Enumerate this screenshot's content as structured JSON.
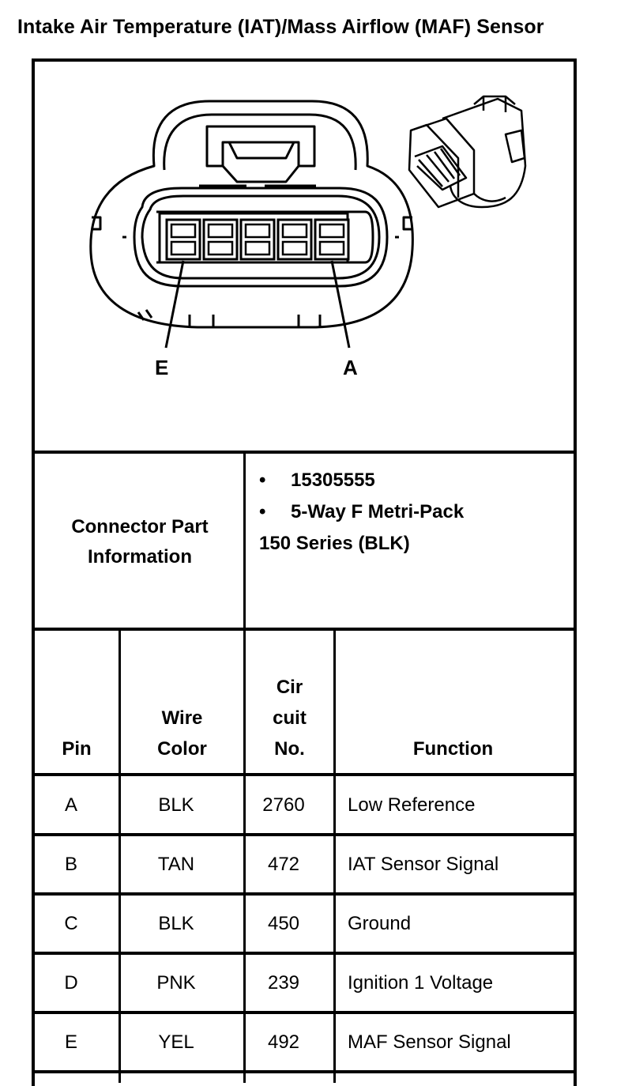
{
  "title": "Intake Air Temperature (IAT)/Mass Airflow (MAF) Sensor",
  "diagram": {
    "pin_label_left": "E",
    "pin_label_right": "A"
  },
  "connector_info": {
    "label_line1": "Connector Part",
    "label_line2": "Information",
    "bullet": "•",
    "part_number": "15305555",
    "description_line1": "5-Way F Metri-Pack",
    "description_line2": "150 Series (BLK)"
  },
  "table": {
    "headers": {
      "pin": "Pin",
      "wire_line1": "Wire",
      "wire_line2": "Color",
      "circuit_line1": "Cir",
      "circuit_line2": "cuit",
      "circuit_line3": "No.",
      "function": "Function"
    },
    "rows": [
      {
        "pin": "A",
        "color": "BLK",
        "circuit": "2760",
        "function": "Low Reference"
      },
      {
        "pin": "B",
        "color": "TAN",
        "circuit": "472",
        "function": "IAT Sensor Signal"
      },
      {
        "pin": "C",
        "color": "BLK",
        "circuit": "450",
        "function": "Ground"
      },
      {
        "pin": "D",
        "color": "PNK",
        "circuit": "239",
        "function": "Ignition 1 Voltage"
      },
      {
        "pin": "E",
        "color": "YEL",
        "circuit": "492",
        "function": "MAF Sensor Signal"
      }
    ]
  }
}
